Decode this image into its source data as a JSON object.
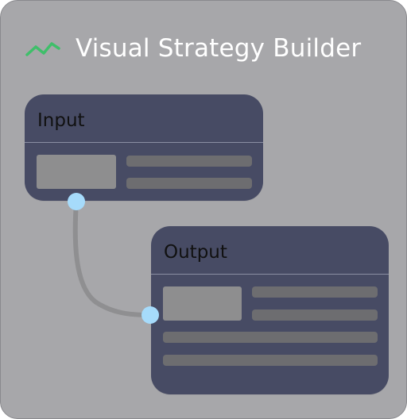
{
  "app": {
    "title": "Visual Strategy Builder",
    "icon": "trend-line-icon",
    "accent_color": "#3fbf6a"
  },
  "nodes": [
    {
      "id": "input",
      "title": "Input"
    },
    {
      "id": "output",
      "title": "Output"
    }
  ],
  "colors": {
    "panel_bg": "#a7a7aa",
    "node_bg": "#474b64",
    "port": "#a6dbfb",
    "wire": "#8f8f91"
  }
}
